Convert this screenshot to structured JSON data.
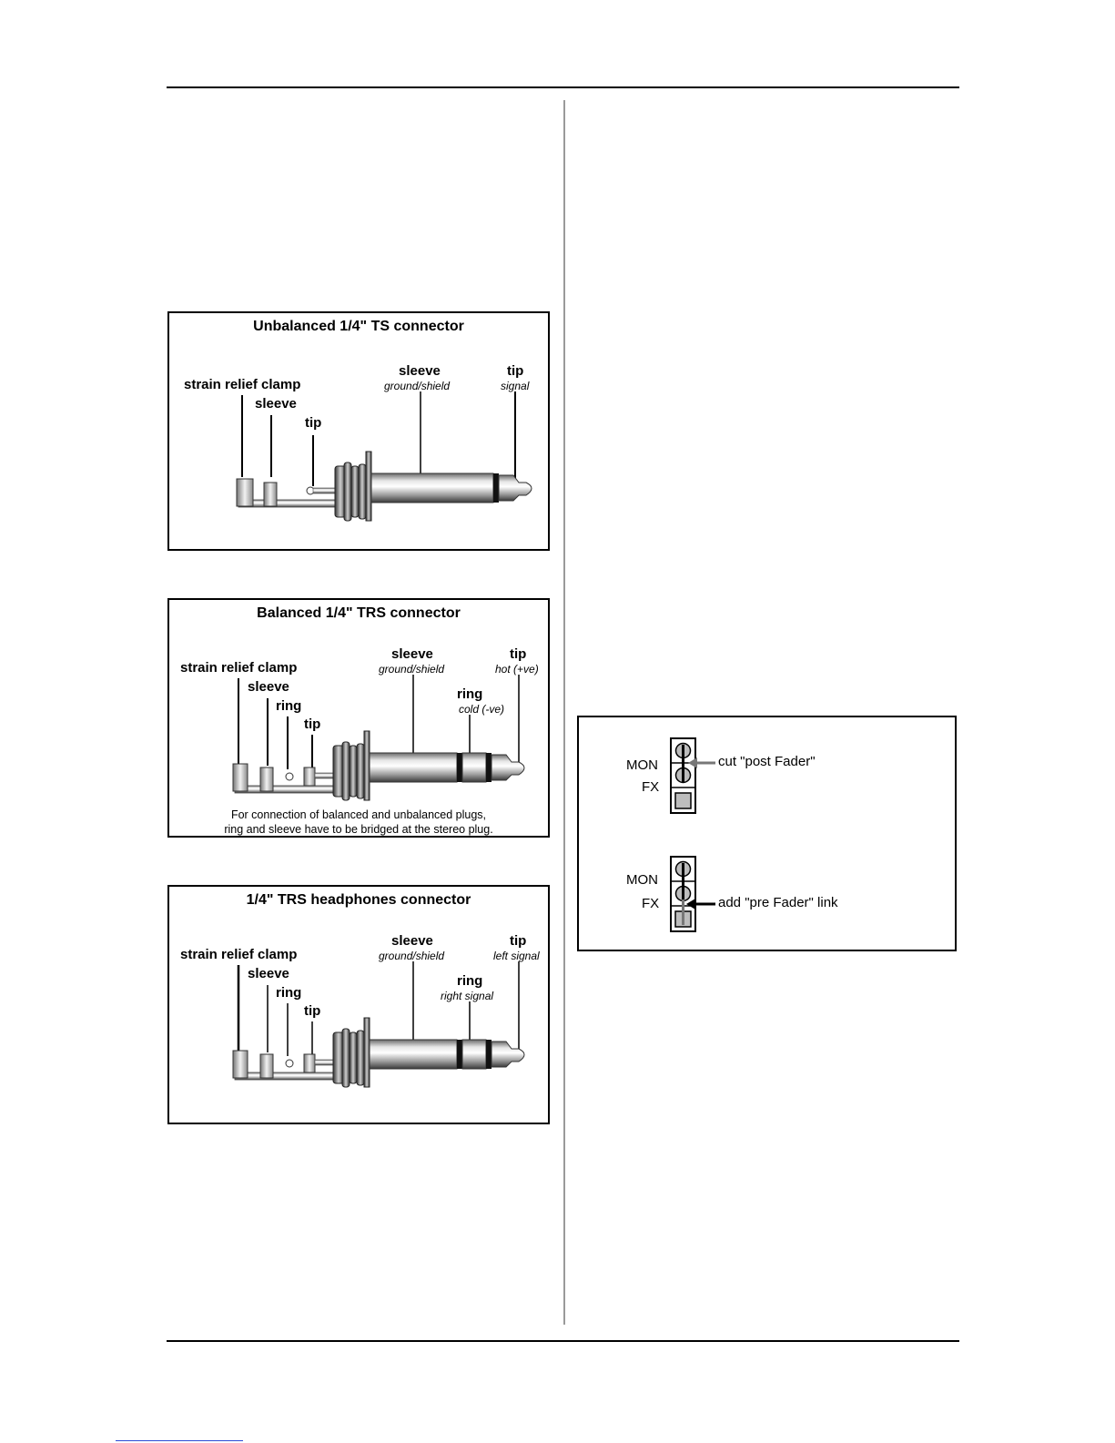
{
  "figures": {
    "ts": {
      "title": "Unbalanced 1/4\" TS connector",
      "labels": {
        "strain_relief_clamp": "strain relief clamp",
        "sleeve_inner": "sleeve",
        "tip_inner": "tip",
        "sleeve": "sleeve",
        "sleeve_sub": "ground/shield",
        "tip": "tip",
        "tip_sub": "signal"
      }
    },
    "trs": {
      "title": "Balanced 1/4\" TRS connector",
      "labels": {
        "strain_relief_clamp": "strain relief clamp",
        "sleeve_inner": "sleeve",
        "ring_inner": "ring",
        "tip_inner": "tip",
        "sleeve": "sleeve",
        "sleeve_sub": "ground/shield",
        "ring": "ring",
        "ring_sub": "cold (-ve)",
        "tip": "tip",
        "tip_sub": "hot (+ve)"
      },
      "note_line1": "For connection of balanced and unbalanced plugs,",
      "note_line2": "ring and sleeve have to be bridged at the stereo plug."
    },
    "headphones": {
      "title": "1/4\" TRS headphones connector",
      "labels": {
        "strain_relief_clamp": "strain relief clamp",
        "sleeve_inner": "sleeve",
        "ring_inner": "ring",
        "tip_inner": "tip",
        "sleeve": "sleeve",
        "sleeve_sub": "ground/shield",
        "ring": "ring",
        "ring_sub": "right signal",
        "tip": "tip",
        "tip_sub": "left signal"
      }
    },
    "jumper": {
      "top": {
        "mon": "MON",
        "fx": "FX",
        "caption": "cut \"post Fader\""
      },
      "bottom": {
        "mon": "MON",
        "fx": "FX",
        "caption": "add \"pre Fader\" link"
      }
    }
  },
  "colors": {
    "rule": "#000000",
    "divider": "#9a9a9a",
    "pad_fill": "#bdbdbd",
    "arrow_gray": "#777777",
    "link_blue": "#2b4bd6"
  }
}
